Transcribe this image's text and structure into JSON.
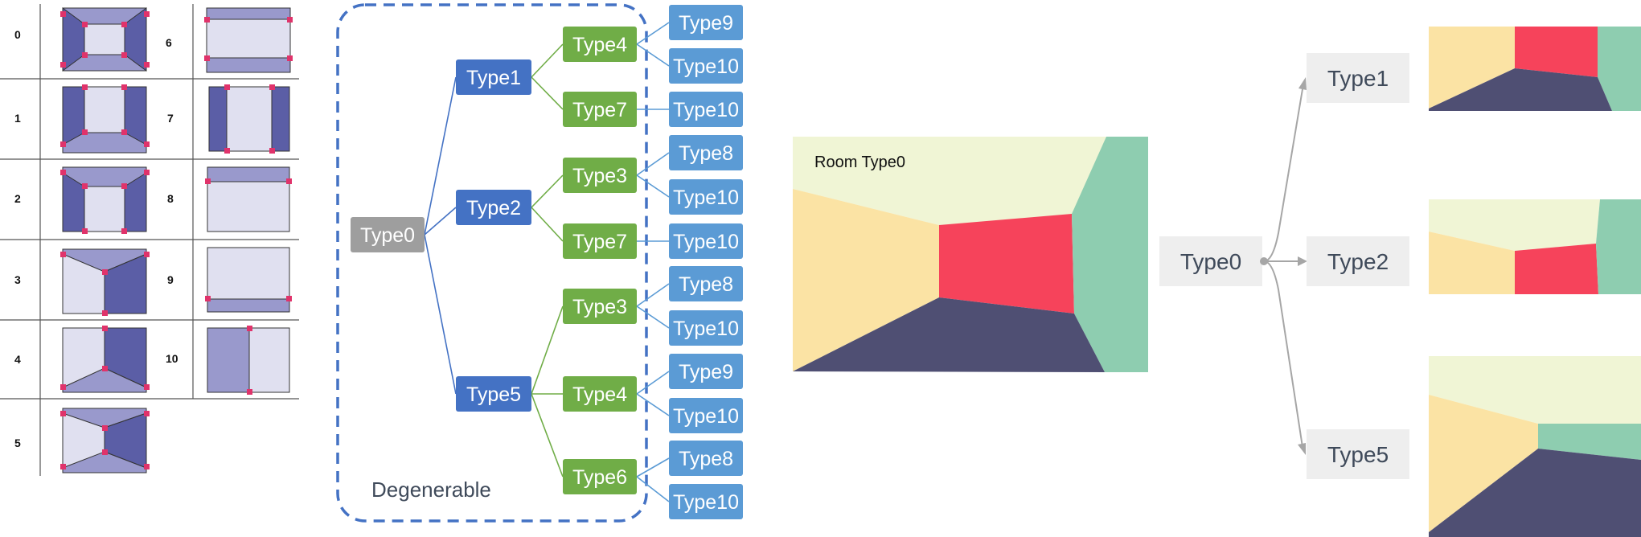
{
  "layout_table": {
    "labels": [
      "0",
      "1",
      "2",
      "3",
      "4",
      "5",
      "6",
      "7",
      "8",
      "9",
      "10"
    ]
  },
  "tree": {
    "nodes": {
      "root": "Type0",
      "l1": [
        "Type1",
        "Type2",
        "Type5"
      ],
      "l2": [
        "Type4",
        "Type7",
        "Type3",
        "Type7",
        "Type3",
        "Type4",
        "Type6"
      ],
      "l3": [
        "Type9",
        "Type10",
        "Type10",
        "Type8",
        "Type10",
        "Type10",
        "Type8",
        "Type10",
        "Type9",
        "Type10",
        "Type8",
        "Type10"
      ]
    },
    "region_label": "Degenerable"
  },
  "room": {
    "label": "Room Type0"
  },
  "branch": {
    "source": "Type0",
    "targets": [
      "Type1",
      "Type2",
      "Type5"
    ]
  },
  "colors": {
    "root_gray": "#9e9e9e",
    "level1_blue": "#4472c4",
    "level2_green": "#70ad47",
    "level3_blue": "#5b9bd5",
    "dashed_border": "#4472c4",
    "ceiling": "#f0f5d5",
    "left_wall": "#fbe3a4",
    "front_wall": "#f6435b",
    "right_wall": "#8ecdb0",
    "floor": "#4f4f73",
    "layout_dark": "#5b5ea6",
    "layout_mid": "#9999cc",
    "layout_light": "#e0e0f0",
    "keypoint": "#e0336b"
  }
}
